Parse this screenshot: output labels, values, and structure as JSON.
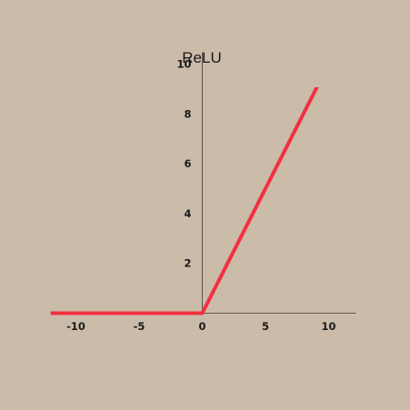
{
  "chart_data": {
    "type": "line",
    "title": "ReLU",
    "xlabel": "",
    "ylabel": "",
    "xlim": [
      -12,
      12
    ],
    "ylim": [
      0,
      10.5
    ],
    "x_ticks": [
      -10,
      -5,
      0,
      5,
      10
    ],
    "x_tick_labels": [
      "-10",
      "-5",
      "0",
      "5",
      "10"
    ],
    "y_ticks": [
      2,
      4,
      6,
      8,
      10
    ],
    "y_tick_labels": [
      "2",
      "4",
      "6",
      "8",
      "10"
    ],
    "grid": false,
    "legend": "none",
    "series": [
      {
        "x": [
          -12,
          0,
          12
        ],
        "y": [
          0,
          0,
          12
        ],
        "color": "#f23040"
      }
    ]
  },
  "colors": {
    "background": "#cbbba9",
    "axis": "#3a3632",
    "text": "#1a1a1a"
  }
}
